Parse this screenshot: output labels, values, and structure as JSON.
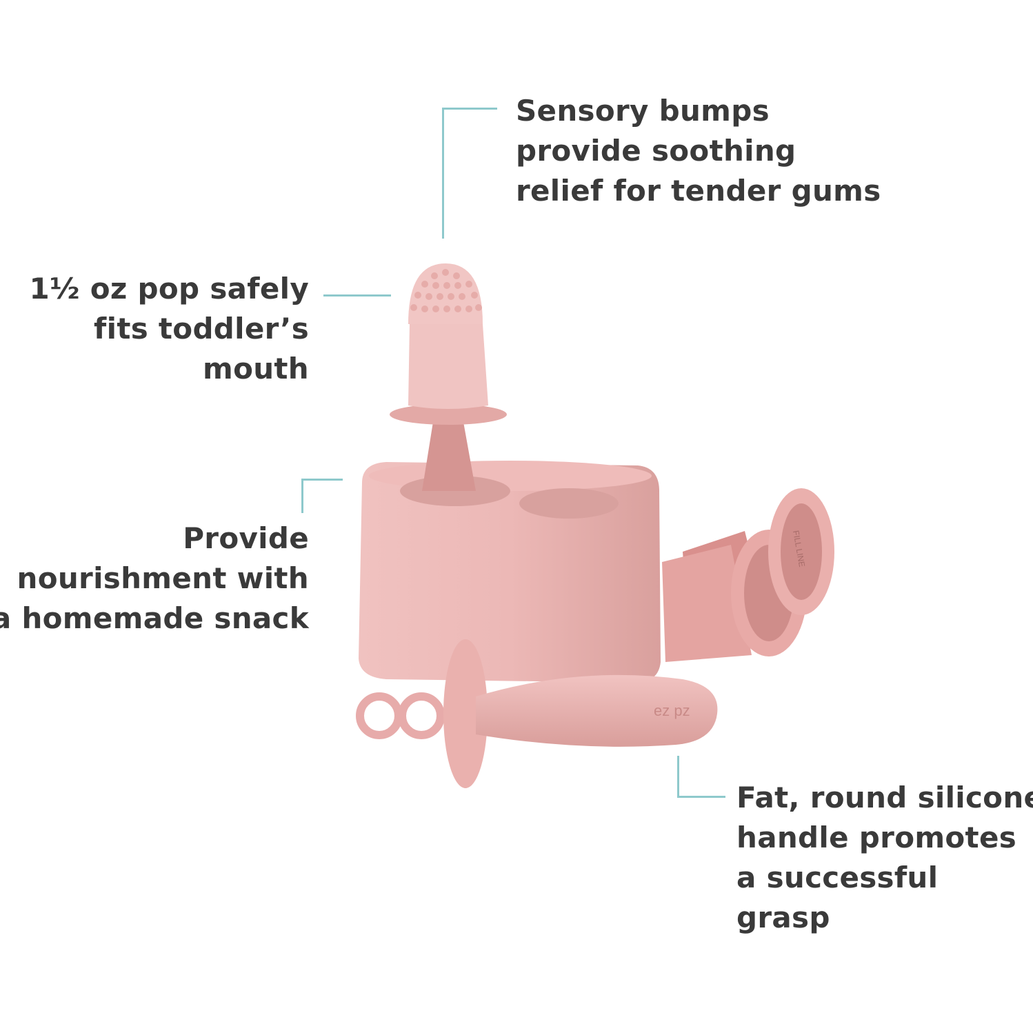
{
  "callouts": {
    "sensory": [
      "Sensory bumps",
      "provide soothing",
      "relief for tender gums"
    ],
    "size": [
      "1½ oz pop safely",
      "fits toddler’s",
      "mouth"
    ],
    "nourish": [
      "Provide",
      "nourishment with",
      "a homemade snack"
    ],
    "handle": [
      "Fat, round silicone",
      "handle promotes",
      "a successful",
      "grasp"
    ]
  },
  "product": {
    "logo": "ez pz",
    "fill_line": "FILL LINE"
  },
  "colors": {
    "leader": "#8ec9cc",
    "silicone": "#eab6b4",
    "silicone_dark": "#d39491",
    "text": "#3a3a3a"
  }
}
